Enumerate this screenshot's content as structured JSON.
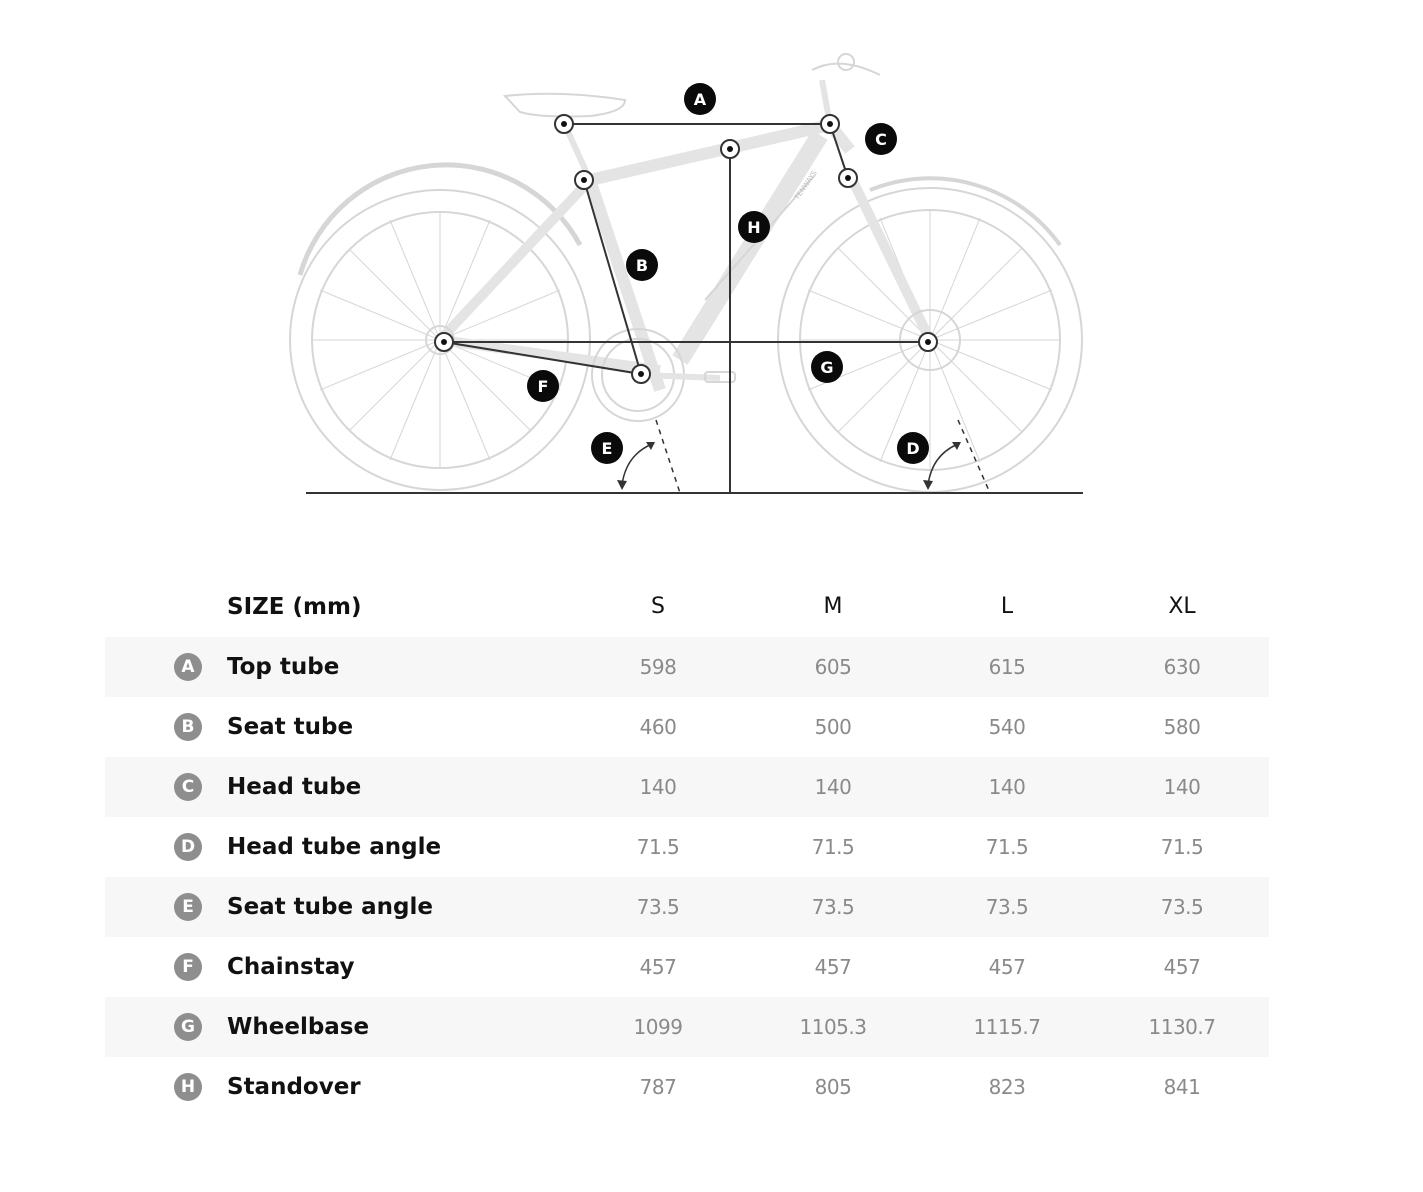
{
  "diagram": {
    "markers": [
      "A",
      "B",
      "C",
      "D",
      "E",
      "F",
      "G",
      "H"
    ],
    "frame_text": "TENWAYS"
  },
  "table": {
    "header_label": "SIZE (mm)",
    "sizes": [
      "S",
      "M",
      "L",
      "XL"
    ],
    "rows": [
      {
        "letter": "A",
        "label": "Top tube",
        "values": [
          "598",
          "605",
          "615",
          "630"
        ]
      },
      {
        "letter": "B",
        "label": "Seat tube",
        "values": [
          "460",
          "500",
          "540",
          "580"
        ]
      },
      {
        "letter": "C",
        "label": "Head tube",
        "values": [
          "140",
          "140",
          "140",
          "140"
        ]
      },
      {
        "letter": "D",
        "label": "Head tube angle",
        "values": [
          "71.5",
          "71.5",
          "71.5",
          "71.5"
        ]
      },
      {
        "letter": "E",
        "label": "Seat tube angle",
        "values": [
          "73.5",
          "73.5",
          "73.5",
          "73.5"
        ]
      },
      {
        "letter": "F",
        "label": "Chainstay",
        "values": [
          "457",
          "457",
          "457",
          "457"
        ]
      },
      {
        "letter": "G",
        "label": "Wheelbase",
        "values": [
          "1099",
          "1105.3",
          "1115.7",
          "1130.7"
        ]
      },
      {
        "letter": "H",
        "label": "Standover",
        "values": [
          "787",
          "805",
          "823",
          "841"
        ]
      }
    ]
  },
  "colors": {
    "badge": "#8e8e8e",
    "row_shade": "#f7f7f7",
    "bike_outline": "#d6d6d6",
    "measure_line": "#333333"
  }
}
